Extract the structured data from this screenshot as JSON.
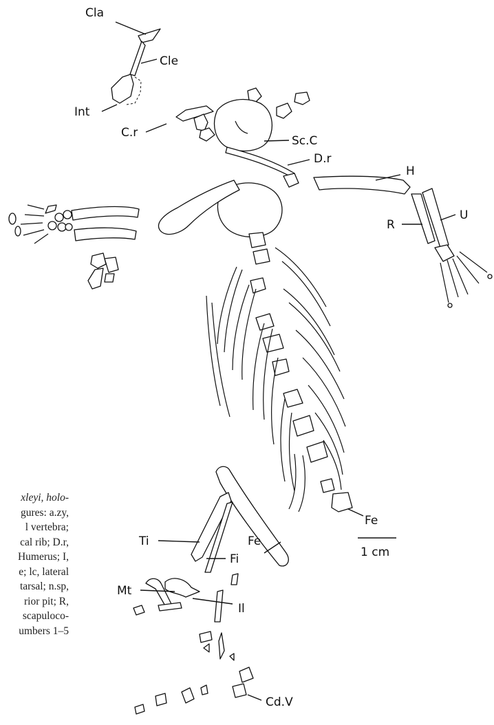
{
  "labels": {
    "clavicle_a": "Cla",
    "cleithrum": "Cle",
    "interclavicle": "Int",
    "cervical_rib": "C.r",
    "scapulocoracoid": "Sc.C",
    "dorsal_rib": "D.r",
    "humerus": "H",
    "radius": "R",
    "ulna": "U",
    "femur_left": "Fe",
    "femur_right": "Fe",
    "tibia": "Ti",
    "fibula": "Fi",
    "metatarsal": "Mt",
    "ilium": "Il",
    "caudal_vertebra": "Cd.V"
  },
  "scale_bar": {
    "label": "1 cm"
  },
  "caption_fragment": [
    "xleyi, holo-",
    "gures: a.zy,",
    "l  vertebra;",
    "cal rib; D.r,",
    "Humerus; I,",
    "e; lc, lateral",
    "tarsal; n.sp,",
    "rior  pit;  R,",
    "scapuloco-",
    "umbers 1–5"
  ]
}
